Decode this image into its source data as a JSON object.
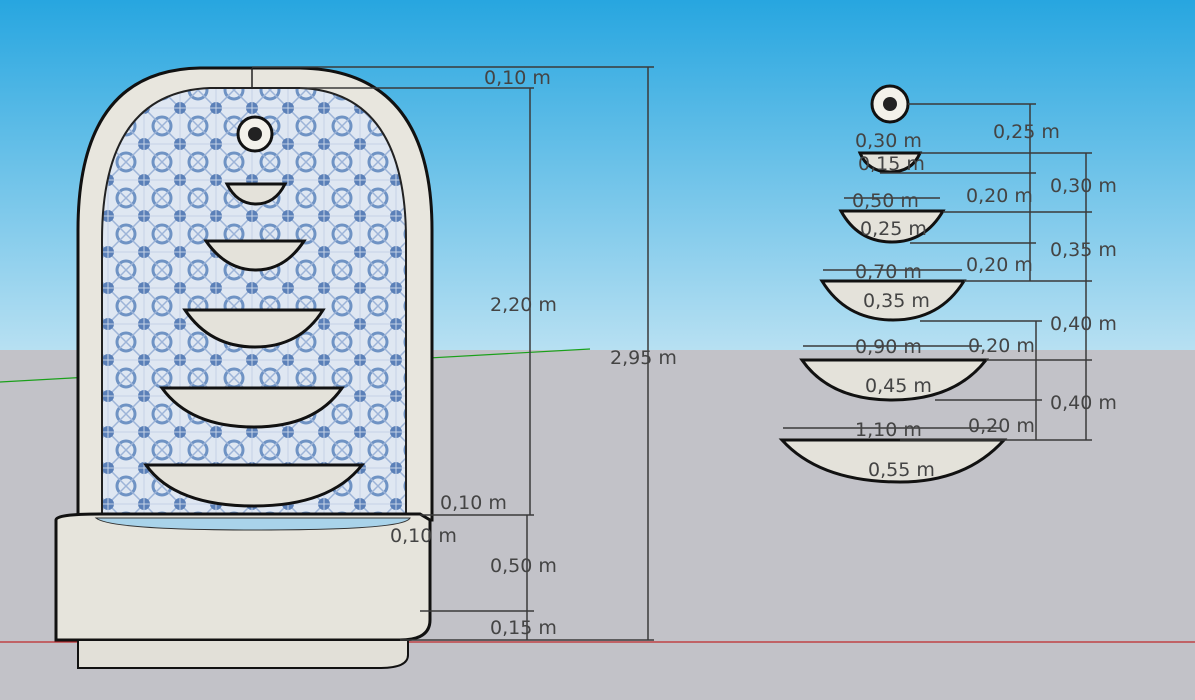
{
  "scene": {
    "colors": {
      "sky_top": "#27a6e0",
      "sky_bottom": "#b7e0f2",
      "ground": "#c2c2c8",
      "tile_blue": "#6f93c4",
      "stone": "#e8e6de",
      "red_axis": "#c0282c",
      "green_axis": "#1aa01a"
    }
  },
  "fountain_dimensions": {
    "top_thickness": "0,10 m",
    "panel_height": "2,20 m",
    "total_height": "2,95 m",
    "basin_rim_a": "0,10 m",
    "basin_rim_b": "0,10 m",
    "basin_height": "0,50 m",
    "plinth_height": "0,15 m"
  },
  "bowl_dimensions": {
    "spout_gap": "0,25 m",
    "bowl1_width": "0,30 m",
    "bowl1_depth": "0,15 m",
    "bowl1_spacing": "0,30 m",
    "bowl2_width": "0,50 m",
    "gap1": "0,20 m",
    "bowl2_depth": "0,25 m",
    "bowl2_spacing": "0,35 m",
    "gap2": "0,20 m",
    "bowl3_width": "0,70 m",
    "bowl3_depth": "0,35 m",
    "bowl3_spacing": "0,40 m",
    "bowl4_width": "0,90 m",
    "gap3": "0,20 m",
    "bowl4_depth": "0,45 m",
    "bowl4_spacing": "0,40 m",
    "bowl5_width": "1,10 m",
    "gap4": "0,20 m",
    "bowl5_depth": "0,55 m"
  }
}
